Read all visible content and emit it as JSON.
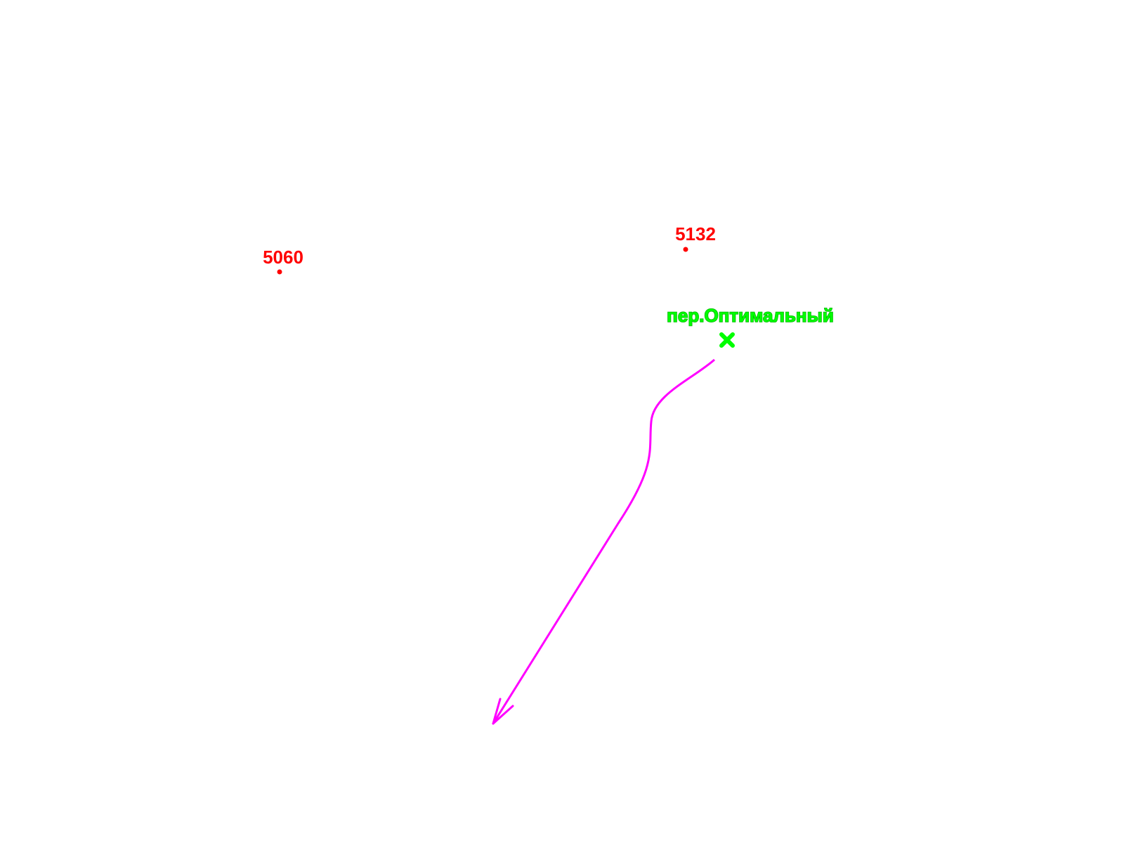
{
  "colors": {
    "point": "#ff0000",
    "point_label": "#ff0000",
    "street_label": "#00ff00",
    "street_label_outline": "#00b400",
    "route": "#ff00ff"
  },
  "points": [
    {
      "id": "point-5060",
      "label": "5060"
    },
    {
      "id": "point-5132",
      "label": "5132"
    }
  ],
  "street": {
    "label": "пер.Оптимальный",
    "marker_icon": "cross-marker-icon"
  },
  "route": {
    "icon": "arrow-head-icon"
  }
}
